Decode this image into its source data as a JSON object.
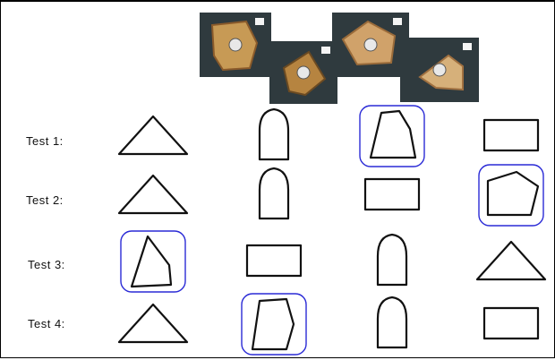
{
  "photos": [
    {
      "name": "photo-specimen-1",
      "base": "#c79a55",
      "accent": "#8a5a2a"
    },
    {
      "name": "photo-specimen-2",
      "base": "#b68440",
      "accent": "#6b4a22"
    },
    {
      "name": "photo-specimen-3",
      "base": "#d0a26a",
      "accent": "#9a6b3a"
    },
    {
      "name": "photo-specimen-4",
      "base": "#d6b07a",
      "accent": "#a07040"
    }
  ],
  "rows": [
    {
      "label": "Test 1:",
      "cells": [
        "triangle",
        "arch",
        "pentagon",
        "rectangle"
      ],
      "selected": 2
    },
    {
      "label": "Test 2:",
      "cells": [
        "triangle",
        "arch",
        "rectangle",
        "pentagon-wide"
      ],
      "selected": 3
    },
    {
      "label": "Test 3:",
      "cells": [
        "quad",
        "rectangle",
        "arch",
        "triangle"
      ],
      "selected": 0
    },
    {
      "label": "Test 4:",
      "cells": [
        "triangle",
        "pentagon-tall",
        "arch",
        "rectangle"
      ],
      "selected": 1
    }
  ],
  "colors": {
    "selection": "#2a2ad6",
    "stroke": "#111111",
    "photo_bg": "#2f3a3e"
  }
}
